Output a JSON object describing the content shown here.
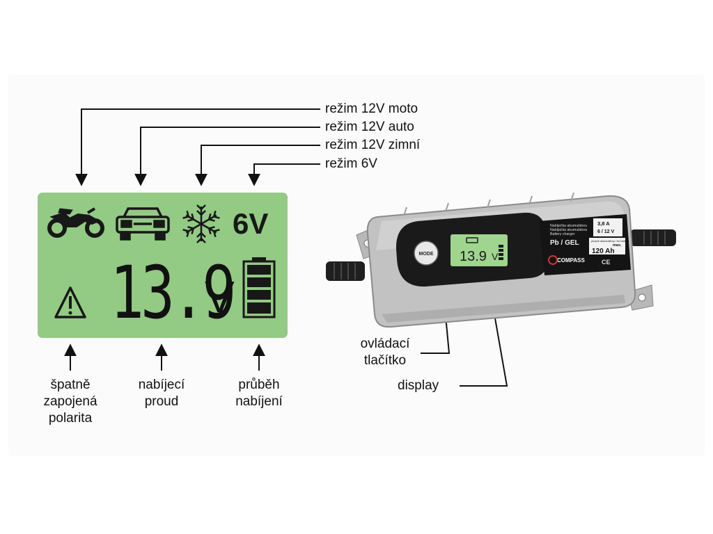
{
  "lcd": {
    "mode_6v": "6V",
    "voltage": "13.9",
    "unit": "V"
  },
  "mode_labels": {
    "moto": "režim 12V moto",
    "auto": "režim 12V auto",
    "zimni": "režim 12V zimní",
    "v6": "režim 6V"
  },
  "bottom_labels": {
    "polarity": "špatně\nzapojená\npolarita",
    "current": "nabíjecí\nproud",
    "progress": "průběh\nnabíjení"
  },
  "device_labels": {
    "button": "ovládací\ntlačítko",
    "display": "display"
  },
  "device": {
    "mode_button": "MODE",
    "screen_value": "13.9",
    "screen_unit": "V",
    "info_line1": "Nabíječka akumulátoru",
    "info_line2": "Nabíjačka akumulátora",
    "info_line3": "Battery charger",
    "info_current": "3,8 A",
    "info_voltage": "6 / 12 V",
    "info_pb_gel": "Pb / GEL",
    "info_capacity_caption": "pro/pre akumulátory / for battery:",
    "info_max": "max.",
    "info_capacity": "120 Ah",
    "brand": "COMPASS",
    "ce_mark": "CE"
  },
  "colors": {
    "lcd_green": "#93ca84",
    "device_grey": "#bcbcbc",
    "device_black": "#1a1a1a"
  }
}
